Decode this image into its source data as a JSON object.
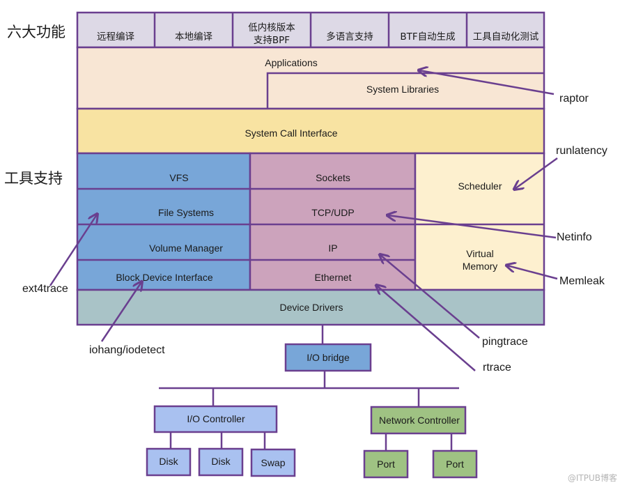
{
  "labels": {
    "six_features": "六大功能",
    "tool_support": "工具支持"
  },
  "features": [
    {
      "line1": "远程编译",
      "line2": ""
    },
    {
      "line1": "本地编译",
      "line2": ""
    },
    {
      "line1": "低内核版本",
      "line2": "支持BPF"
    },
    {
      "line1": "多语言支持",
      "line2": ""
    },
    {
      "line1": "BTF自动生成",
      "line2": ""
    },
    {
      "line1": "工具自动化测试",
      "line2": ""
    }
  ],
  "layers": {
    "applications": "Applications",
    "system_libraries": "System Libraries",
    "system_call_interface": "System Call Interface",
    "vfs": "VFS",
    "file_systems": "File Systems",
    "volume_manager": "Volume Manager",
    "block_device_interface": "Block Device Interface",
    "sockets": "Sockets",
    "tcp_udp": "TCP/UDP",
    "ip": "IP",
    "ethernet": "Ethernet",
    "scheduler": "Scheduler",
    "virtual_memory_1": "Virtual",
    "virtual_memory_2": "Memory",
    "device_drivers": "Device Drivers"
  },
  "hardware": {
    "io_bridge": "I/O bridge",
    "io_controller": "I/O Controller",
    "network_controller": "Network Controller",
    "disk1": "Disk",
    "disk2": "Disk",
    "swap": "Swap",
    "port1": "Port",
    "port2": "Port"
  },
  "tools": {
    "raptor": "raptor",
    "runlatency": "runlatency",
    "netinfo": "Netinfo",
    "memleak": "Memleak",
    "ext4trace": "ext4trace",
    "iohang": "iohang/iodetect",
    "pingtrace": "pingtrace",
    "rtrace": "rtrace"
  },
  "watermark": "@ITPUB博客",
  "colors": {
    "border": "#6a3f8f",
    "feature_bg": "#ddd9e6",
    "app_bg": "#f8e6d4",
    "syscall_bg": "#f8e3a2",
    "storage_bg": "#78a6d8",
    "network_bg": "#cca3bc",
    "sched_bg": "#fdf0cf",
    "driver_bg": "#a9c3c7",
    "bridge_bg": "#78a6d8",
    "ioctrl_bg": "#a9c1f0",
    "netctrl_bg": "#9fc283"
  }
}
